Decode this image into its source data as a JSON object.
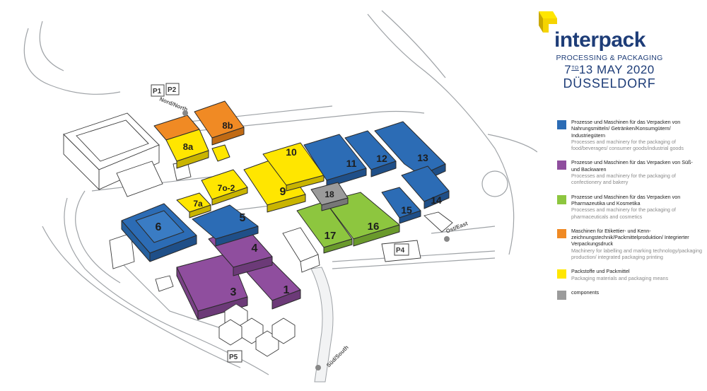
{
  "brand": {
    "name": "interpack",
    "subtitle": "PROCESSING & PACKAGING",
    "date_start": "7",
    "date_to": "TO",
    "date_end": "13 MAY 2020",
    "city": "DÜSSELDORF",
    "colors": {
      "text": "#1e3d78",
      "mark_yellow": "#f5d400",
      "mark_dark": "#c9a800"
    }
  },
  "map": {
    "halls": {
      "h1": "1",
      "h2": "",
      "h3": "3",
      "h4": "4",
      "h5": "5",
      "h6": "6",
      "h7a": "7a",
      "h7o2": "7o-2",
      "h8a": "8a",
      "h8b": "8b",
      "h9": "9",
      "h10": "10",
      "h11": "11",
      "h12": "12",
      "h13": "13",
      "h14": "14",
      "h15": "15",
      "h16": "16",
      "h17": "17",
      "h18": "18"
    },
    "entrances": {
      "north": "Nord/North",
      "east": "Ost/East",
      "south": "Süd/South"
    },
    "parking": {
      "p1": "P1",
      "p2": "P2",
      "p4": "P4",
      "p5": "P5"
    },
    "colors": {
      "blue": "#2c6cb5",
      "purple": "#8f4e9e",
      "green": "#8dc63f",
      "orange": "#f08a24",
      "yellow": "#ffe600",
      "grey": "#9b9b9b"
    }
  },
  "legend": [
    {
      "color": "#2c6cb5",
      "de": "Prozesse und Maschinen für das Verpacken von Nahrungsmitteln/ Getränken/Konsumgütern/ Industriegütern",
      "en": "Processes and machinery for the packaging of food/beverages/ consumer goods/industrial goods"
    },
    {
      "color": "#8f4e9e",
      "de": "Prozesse und Maschinen für das Verpacken von Süß- und Backwaren",
      "en": "Processes and machinery for the packaging of confectionery and bakery"
    },
    {
      "color": "#8dc63f",
      "de": "Prozesse und Maschinen für das Verpacken von Pharmazeutika und Kosmetika",
      "en": "Processes and machinery for the packaging of pharmaceuticals and cosmetics"
    },
    {
      "color": "#f08a24",
      "de": "Maschinen für Etikettier- und Kenn- zeichnungstechnik/Packmittelproduktion/ Integrierter Verpackungsdruck",
      "en": "Machinery for labelling and marking technology/packaging production/ integrated packaging printing"
    },
    {
      "color": "#ffe600",
      "de": "Packstoffe und Packmittel",
      "en": "Packaging materials and packaging means"
    },
    {
      "color": "#9b9b9b",
      "de": "components",
      "en": ""
    }
  ]
}
